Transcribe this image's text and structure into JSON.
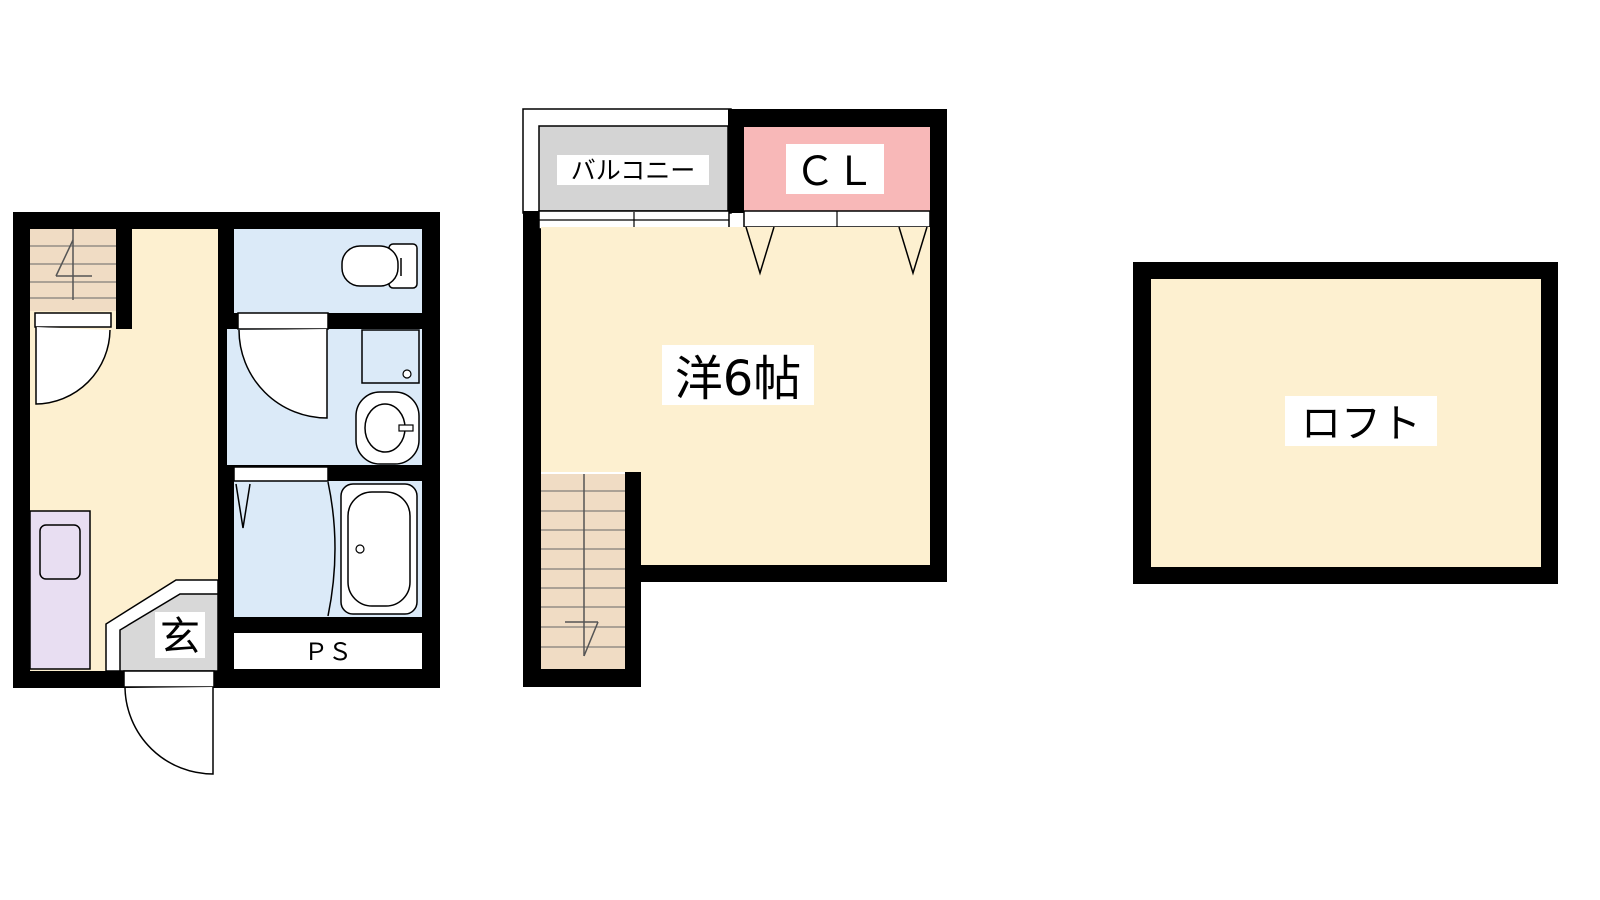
{
  "floor1": {
    "genkan_label": "玄",
    "ps_label": "ＰＳ"
  },
  "floor2": {
    "balcony_label": "バルコニー",
    "closet_label": "ＣＬ",
    "room_label": "洋6帖"
  },
  "loft": {
    "label": "ロフト"
  },
  "colors": {
    "wall": "#000000",
    "floor_wood": "#fdf0d0",
    "wet_area": "#dbeaf8",
    "kitchen": "#e8def2",
    "closet": "#f8b8b8",
    "balcony": "#d4d4d4",
    "stairs": "#f0dcc4",
    "genkan": "#d8d8d8"
  }
}
